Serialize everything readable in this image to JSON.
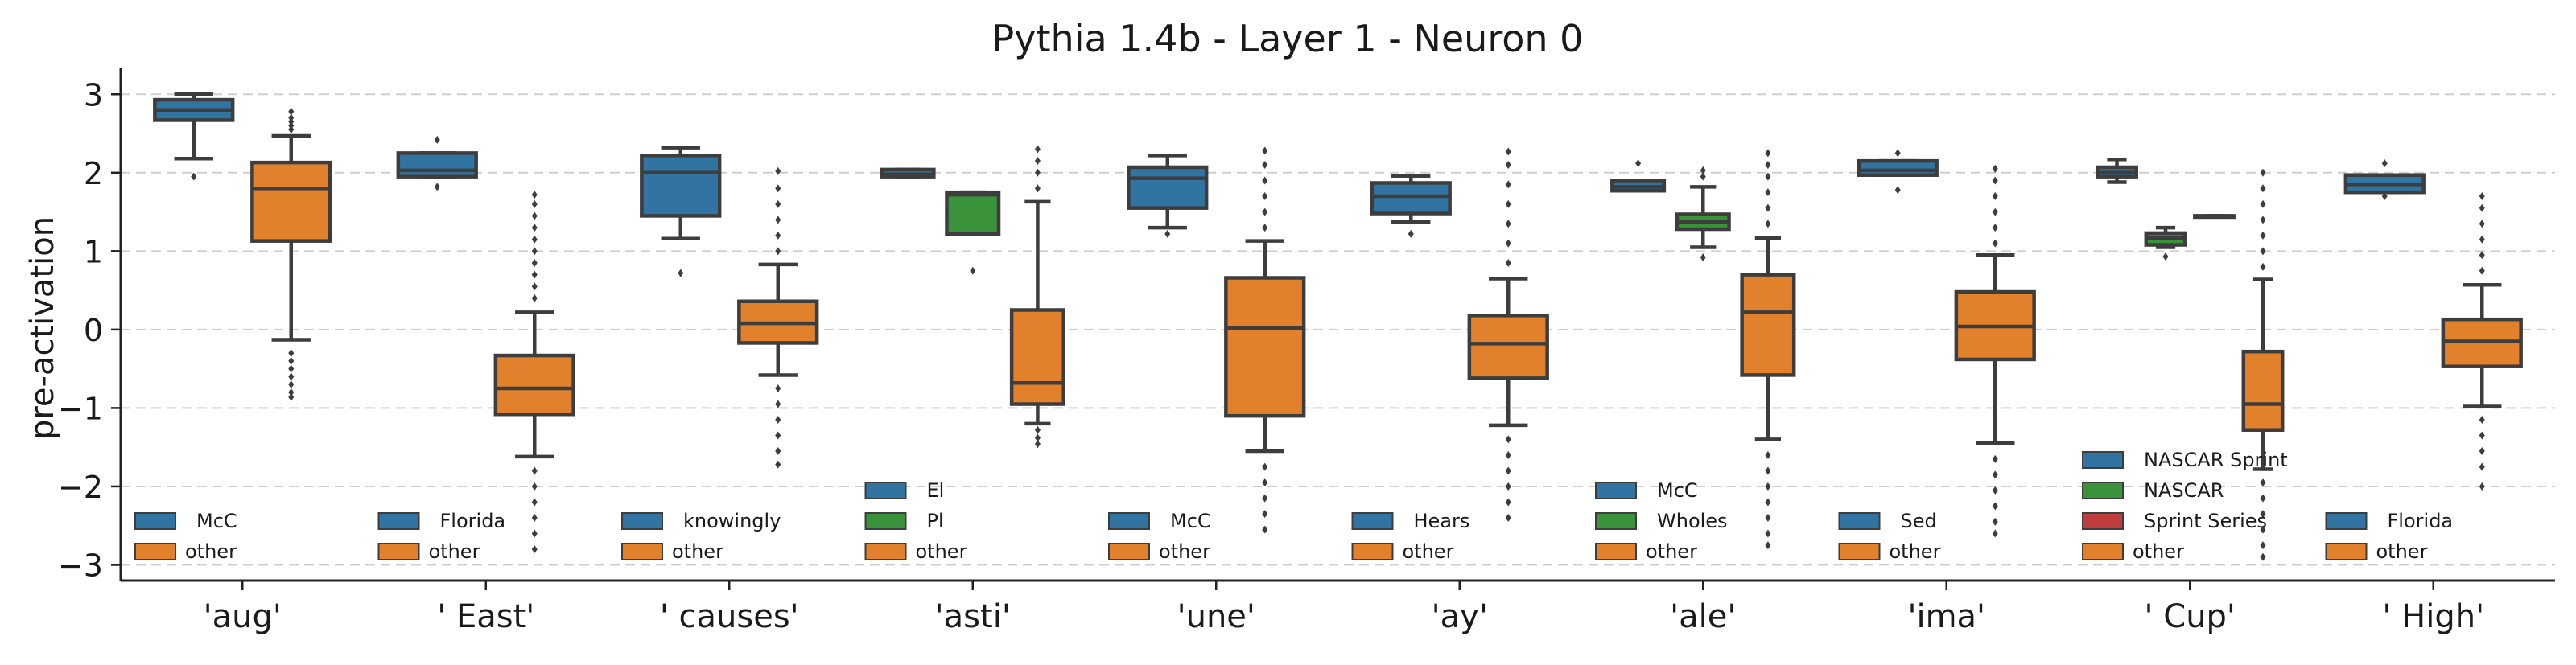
{
  "chart_data": {
    "type": "box",
    "title": "Pythia 1.4b - Layer 1 - Neuron 0",
    "xlabel": "",
    "ylabel": "pre-activation",
    "ylim": [
      -3.2,
      3.3
    ],
    "yticks": [
      3,
      2,
      1,
      0,
      -1,
      -2,
      -3
    ],
    "ytick_labels": [
      "3",
      "2",
      "1",
      "0",
      "−1",
      "−2",
      "−3"
    ],
    "grid": "horizontal dashed",
    "colors": {
      "blue": "#3274a1",
      "green": "#3a923a",
      "red": "#c03d3e",
      "orange": "#e1812c"
    },
    "categories": [
      {
        "label": "'aug'",
        "legend": [
          {
            "name": "McC",
            "color": "#3274a1"
          },
          {
            "name": "other",
            "color": "#e1812c"
          }
        ],
        "boxes": [
          {
            "series": "McC",
            "color": "#3274a1",
            "q1": 2.67,
            "median": 2.8,
            "q3": 2.93,
            "whislo": 2.18,
            "whishi": 3.0,
            "fliers": [
              1.95
            ]
          },
          {
            "series": "other",
            "color": "#e1812c",
            "q1": 1.13,
            "median": 1.8,
            "q3": 2.13,
            "whislo": -0.13,
            "whishi": 2.47,
            "fliers": [
              2.55,
              2.6,
              2.65,
              2.7,
              2.78,
              -0.3,
              -0.4,
              -0.5,
              -0.6,
              -0.7,
              -0.8,
              -0.86
            ]
          }
        ]
      },
      {
        "label": "' East'",
        "legend": [
          {
            "name": "Florida",
            "color": "#3274a1"
          },
          {
            "name": "other",
            "color": "#e1812c"
          }
        ],
        "boxes": [
          {
            "series": "Florida",
            "color": "#3274a1",
            "q1": 1.95,
            "median": 2.03,
            "q3": 2.25,
            "whislo": 1.95,
            "whishi": 2.25,
            "fliers": [
              2.42,
              1.82
            ]
          },
          {
            "series": "other",
            "color": "#e1812c",
            "q1": -1.08,
            "median": -0.75,
            "q3": -0.33,
            "whislo": -1.62,
            "whishi": 0.22,
            "fliers": [
              0.4,
              0.55,
              0.7,
              0.85,
              1.0,
              1.15,
              1.3,
              1.45,
              1.6,
              1.72,
              -1.8,
              -2.0,
              -2.2,
              -2.4,
              -2.6,
              -2.8
            ]
          }
        ]
      },
      {
        "label": "' causes'",
        "legend": [
          {
            "name": "knowingly",
            "color": "#3274a1"
          },
          {
            "name": "other",
            "color": "#e1812c"
          }
        ],
        "boxes": [
          {
            "series": "knowingly",
            "color": "#3274a1",
            "q1": 1.45,
            "median": 2.0,
            "q3": 2.22,
            "whislo": 1.16,
            "whishi": 2.32,
            "fliers": [
              0.72
            ]
          },
          {
            "series": "other",
            "color": "#e1812c",
            "q1": -0.17,
            "median": 0.08,
            "q3": 0.36,
            "whislo": -0.58,
            "whishi": 0.83,
            "fliers": [
              1.0,
              1.2,
              1.4,
              1.6,
              1.8,
              2.02,
              -0.75,
              -0.95,
              -1.15,
              -1.35,
              -1.55,
              -1.72
            ]
          }
        ]
      },
      {
        "label": "'asti'",
        "legend": [
          {
            "name": "El",
            "color": "#3274a1"
          },
          {
            "name": "Pl",
            "color": "#3a923a"
          },
          {
            "name": "other",
            "color": "#e1812c"
          }
        ],
        "boxes": [
          {
            "series": "El",
            "color": "#3274a1",
            "q1": 1.95,
            "median": 1.98,
            "q3": 2.04,
            "whislo": 1.95,
            "whishi": 2.04,
            "fliers": []
          },
          {
            "series": "Pl",
            "color": "#3a923a",
            "q1": 1.22,
            "median": 1.72,
            "q3": 1.75,
            "whislo": 1.22,
            "whishi": 1.75,
            "fliers": [
              0.75
            ]
          },
          {
            "series": "other",
            "color": "#e1812c",
            "q1": -0.95,
            "median": -0.68,
            "q3": 0.25,
            "whislo": -1.2,
            "whishi": 1.63,
            "fliers": [
              1.8,
              2.0,
              2.15,
              2.3,
              -1.28,
              -1.38,
              -1.46
            ]
          }
        ]
      },
      {
        "label": "'une'",
        "legend": [
          {
            "name": "McC",
            "color": "#3274a1"
          },
          {
            "name": "other",
            "color": "#e1812c"
          }
        ],
        "boxes": [
          {
            "series": "McC",
            "color": "#3274a1",
            "q1": 1.55,
            "median": 1.93,
            "q3": 2.07,
            "whislo": 1.3,
            "whishi": 2.22,
            "fliers": [
              1.22
            ]
          },
          {
            "series": "other",
            "color": "#e1812c",
            "q1": -1.1,
            "median": 0.02,
            "q3": 0.66,
            "whislo": -1.55,
            "whishi": 1.13,
            "fliers": [
              1.3,
              1.5,
              1.7,
              1.9,
              2.1,
              2.28,
              -1.75,
              -1.95,
              -2.15,
              -2.35,
              -2.55
            ]
          }
        ]
      },
      {
        "label": "'ay'",
        "legend": [
          {
            "name": "Hears",
            "color": "#3274a1"
          },
          {
            "name": "other",
            "color": "#e1812c"
          }
        ],
        "boxes": [
          {
            "series": "Hears",
            "color": "#3274a1",
            "q1": 1.48,
            "median": 1.7,
            "q3": 1.87,
            "whislo": 1.37,
            "whishi": 1.96,
            "fliers": [
              1.22
            ]
          },
          {
            "series": "other",
            "color": "#e1812c",
            "q1": -0.62,
            "median": -0.18,
            "q3": 0.18,
            "whislo": -1.22,
            "whishi": 0.65,
            "fliers": [
              0.85,
              1.1,
              1.35,
              1.6,
              1.85,
              2.1,
              2.27,
              -1.4,
              -1.6,
              -1.8,
              -2.0,
              -2.2,
              -2.4
            ]
          }
        ]
      },
      {
        "label": "'ale'",
        "legend": [
          {
            "name": "McC",
            "color": "#3274a1"
          },
          {
            "name": "Wholes",
            "color": "#3a923a"
          },
          {
            "name": "other",
            "color": "#e1812c"
          }
        ],
        "boxes": [
          {
            "series": "McC",
            "color": "#3274a1",
            "q1": 1.77,
            "median": 1.82,
            "q3": 1.9,
            "whislo": 1.77,
            "whishi": 1.9,
            "fliers": [
              2.12
            ]
          },
          {
            "series": "Wholes",
            "color": "#3a923a",
            "q1": 1.28,
            "median": 1.37,
            "q3": 1.47,
            "whislo": 1.05,
            "whishi": 1.82,
            "fliers": [
              1.95,
              2.03,
              0.92
            ]
          },
          {
            "series": "other",
            "color": "#e1812c",
            "q1": -0.58,
            "median": 0.22,
            "q3": 0.7,
            "whislo": -1.4,
            "whishi": 1.17,
            "fliers": [
              1.35,
              1.55,
              1.75,
              1.95,
              2.1,
              2.25,
              -1.6,
              -1.8,
              -2.0,
              -2.2,
              -2.4,
              -2.6,
              -2.75
            ]
          }
        ]
      },
      {
        "label": "'ima'",
        "legend": [
          {
            "name": "Sed",
            "color": "#3274a1"
          },
          {
            "name": "other",
            "color": "#e1812c"
          }
        ],
        "boxes": [
          {
            "series": "Sed",
            "color": "#3274a1",
            "q1": 1.97,
            "median": 2.03,
            "q3": 2.15,
            "whislo": 1.97,
            "whishi": 2.15,
            "fliers": [
              2.25,
              1.78
            ]
          },
          {
            "series": "other",
            "color": "#e1812c",
            "q1": -0.38,
            "median": 0.04,
            "q3": 0.48,
            "whislo": -1.45,
            "whishi": 0.95,
            "fliers": [
              1.1,
              1.3,
              1.5,
              1.7,
              1.9,
              2.05,
              -1.65,
              -1.85,
              -2.05,
              -2.25,
              -2.45,
              -2.6
            ]
          }
        ]
      },
      {
        "label": "' Cup'",
        "legend": [
          {
            "name": "NASCAR Sprint",
            "color": "#3274a1"
          },
          {
            "name": "NASCAR",
            "color": "#3a923a"
          },
          {
            "name": "Sprint Series",
            "color": "#c03d3e"
          },
          {
            "name": "other",
            "color": "#e1812c"
          }
        ],
        "boxes": [
          {
            "series": "NASCAR Sprint",
            "color": "#3274a1",
            "q1": 1.95,
            "median": 2.0,
            "q3": 2.07,
            "whislo": 1.88,
            "whishi": 2.17,
            "fliers": []
          },
          {
            "series": "NASCAR",
            "color": "#3a923a",
            "q1": 1.08,
            "median": 1.17,
            "q3": 1.23,
            "whislo": 1.05,
            "whishi": 1.3,
            "fliers": [
              0.93
            ]
          },
          {
            "series": "Sprint Series",
            "color": "#c03d3e",
            "q1": 1.45,
            "median": 1.45,
            "q3": 1.45,
            "whislo": 1.45,
            "whishi": 1.45,
            "fliers": []
          },
          {
            "series": "other",
            "color": "#e1812c",
            "q1": -1.28,
            "median": -0.95,
            "q3": -0.28,
            "whislo": -1.78,
            "whishi": 0.64,
            "fliers": [
              0.8,
              1.0,
              1.2,
              1.4,
              1.6,
              1.8,
              2.0,
              -1.95,
              -2.15,
              -2.35,
              -2.55,
              -2.75,
              -2.9
            ]
          }
        ]
      },
      {
        "label": "' High'",
        "legend": [
          {
            "name": "Florida",
            "color": "#3274a1"
          },
          {
            "name": "other",
            "color": "#e1812c"
          }
        ],
        "boxes": [
          {
            "series": "Florida",
            "color": "#3274a1",
            "q1": 1.75,
            "median": 1.85,
            "q3": 1.97,
            "whislo": 1.75,
            "whishi": 1.97,
            "fliers": [
              2.12,
              1.7
            ]
          },
          {
            "series": "other",
            "color": "#e1812c",
            "q1": -0.47,
            "median": -0.15,
            "q3": 0.13,
            "whislo": -0.98,
            "whishi": 0.57,
            "fliers": [
              0.75,
              0.95,
              1.15,
              1.35,
              1.55,
              1.7,
              -1.15,
              -1.35,
              -1.55,
              -1.75,
              -2.0
            ]
          }
        ]
      }
    ]
  }
}
